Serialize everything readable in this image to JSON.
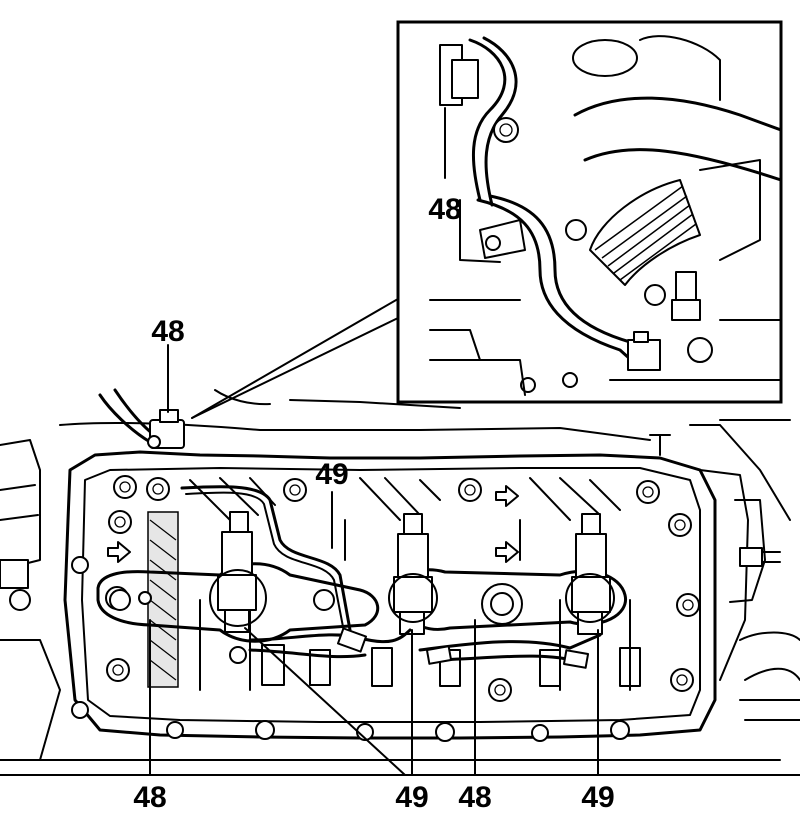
{
  "callouts": {
    "inset": "48",
    "top": "48",
    "top_mid": "49",
    "bottom_1": "48",
    "bottom_2": "49",
    "bottom_3": "48",
    "bottom_4": "49"
  }
}
